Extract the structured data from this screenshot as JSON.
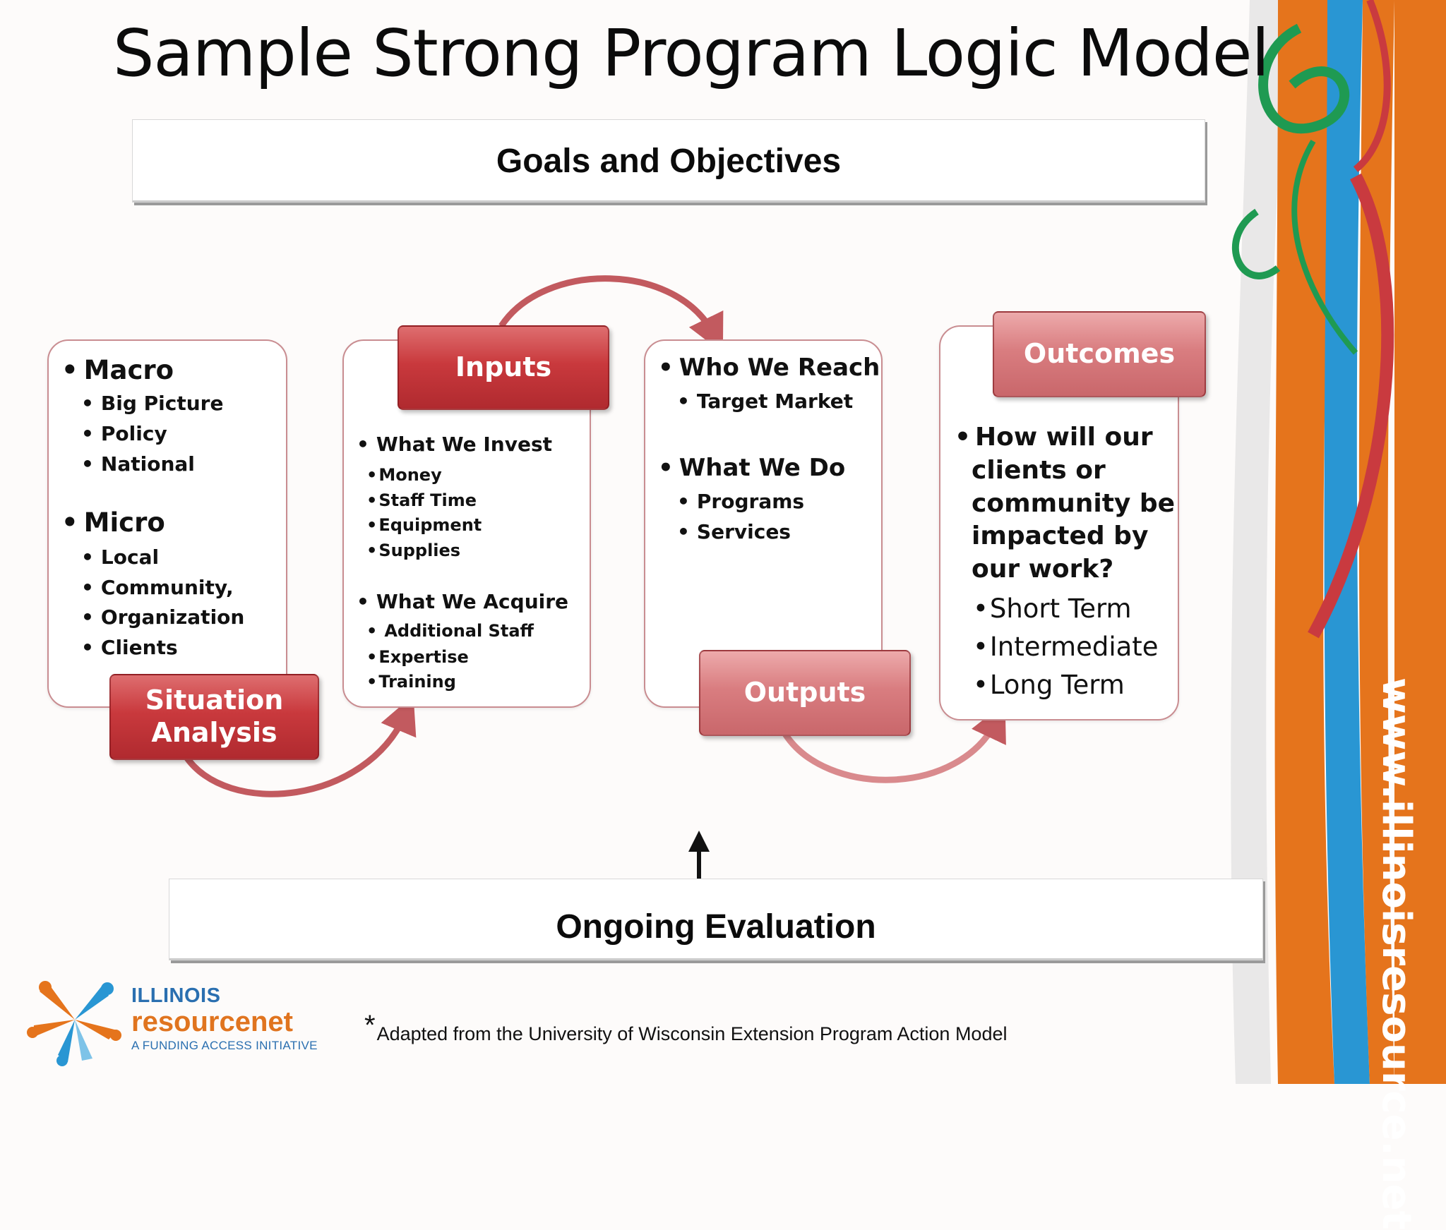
{
  "title": "Sample Strong Program Logic Model",
  "goals_bar": "Goals and Objectives",
  "evaluation_bar": "Ongoing Evaluation",
  "situation": {
    "header": "Situation Analysis",
    "macro": "Macro",
    "macro_items": [
      "Big Picture",
      "Policy",
      "National"
    ],
    "micro": "Micro",
    "micro_items": [
      "Local",
      "Community,",
      "Organization",
      "Clients"
    ]
  },
  "inputs": {
    "header": "Inputs",
    "invest": "What We Invest",
    "invest_items": [
      "Money",
      "Staff Time",
      "Equipment",
      "Supplies"
    ],
    "acquire": "What We Acquire",
    "acquire_items": [
      "Additional Staff",
      "Expertise",
      "Training"
    ]
  },
  "outputs": {
    "header": "Outputs",
    "reach": "Who We Reach",
    "reach_items": [
      "Target Market"
    ],
    "do": "What We Do",
    "do_items": [
      "Programs",
      "Services"
    ]
  },
  "outcomes": {
    "header": "Outcomes",
    "question_lines": [
      "How will our",
      "clients or",
      "community be",
      "impacted by",
      "our work?"
    ],
    "terms": [
      "Short Term",
      "Intermediate",
      "Long Term"
    ]
  },
  "footnote": {
    "star": "*",
    "text": "Adapted from the University of  Wisconsin Extension Program Action Model"
  },
  "logo": {
    "line1": "ILLINOIS",
    "line2": "resourcenet",
    "line3": "A FUNDING ACCESS INITIATIVE"
  },
  "side_url": "www.illinoisresource.net",
  "colors": {
    "dark_header": "#c9393d",
    "light_header": "#d97d80",
    "card_border": "#c98d91",
    "curve_arrow": "#c25a5f",
    "ribbon_orange": "#e5741c",
    "ribbon_blue": "#2996d3",
    "ribbon_green": "#1f9a52"
  }
}
